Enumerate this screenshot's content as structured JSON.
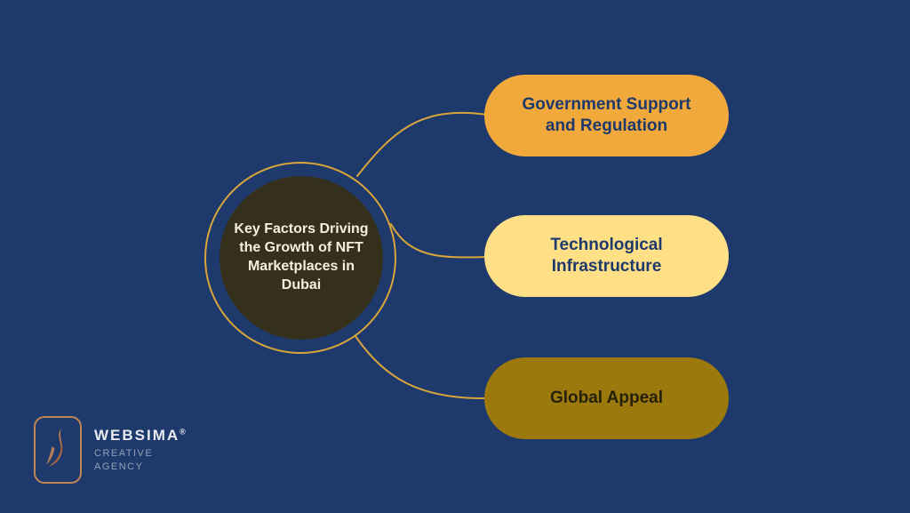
{
  "background": {
    "color": "#1E3A6C"
  },
  "diagram": {
    "center": {
      "title": "Key Factors Driving the Growth of NFT Marketplaces in Dubai",
      "fill": "#35301C",
      "text_color": "#F5EFE0",
      "ring_color": "#D9A53B"
    },
    "connector_color": "#D9A53B",
    "nodes": [
      {
        "id": "government-support",
        "label": "Government Support and Regulation",
        "fill": "#F2A93B",
        "text_color": "#1E3A6C"
      },
      {
        "id": "technological-infrastructure",
        "label": "Technological Infrastructure",
        "fill": "#FFE087",
        "text_color": "#1E3A6C"
      },
      {
        "id": "global-appeal",
        "label": "Global Appeal",
        "fill": "#9C790D",
        "text_color": "#25200B"
      }
    ]
  },
  "footer": {
    "brand": "WEBSIMA",
    "registered": "®",
    "tagline_line1": "CREATIVE",
    "tagline_line2": "AGENCY"
  }
}
